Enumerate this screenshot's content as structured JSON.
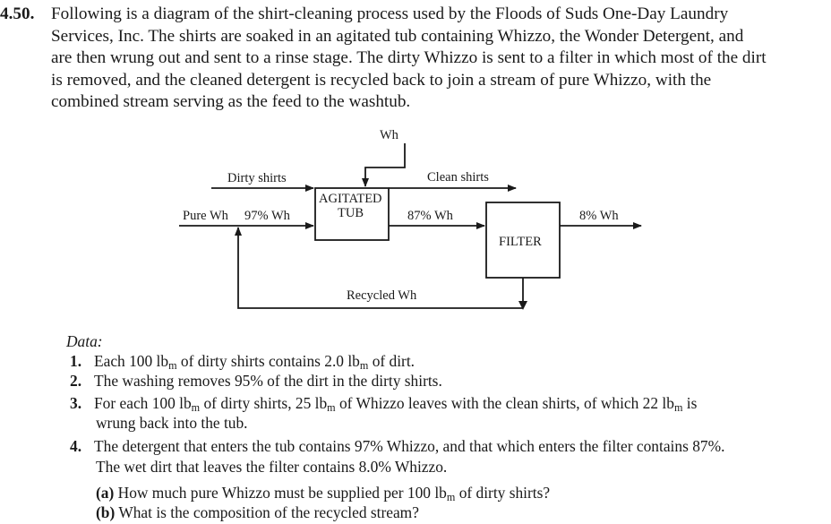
{
  "problem": {
    "number": "4.50.",
    "lines": [
      "Following is a diagram of the shirt-cleaning process used by the Floods of Suds One-Day Laundry",
      "Services, Inc. The shirts are soaked in an agitated tub containing Whizzo, the Wonder Detergent, and",
      "are then wrung out and sent to a rinse stage. The dirty Whizzo is sent to a filter in which most of the dirt",
      "is removed, and the cleaned detergent is recycled back to join a stream of pure Whizzo, with the",
      "combined stream serving as the feed to the washtub."
    ]
  },
  "diagram": {
    "wh_feed_label": "Wh",
    "dirty_shirts_label": "Dirty shirts",
    "clean_shirts_label": "Clean shirts",
    "pure_wh_label": "Pure Wh",
    "feed_wh_label": "97% Wh",
    "tub_line1": "AGITATED",
    "tub_line2": "TUB",
    "filter_feed_label": "87% Wh",
    "filter_label": "FILTER",
    "dirt_out_label": "8% Wh",
    "recycle_label": "Recycled Wh"
  },
  "data": {
    "heading": "Data:",
    "items": [
      {
        "num": "1.",
        "text": "Each 100 lbm of dirty shirts contains 2.0 lbm of dirt."
      },
      {
        "num": "2.",
        "text": "The washing removes 95% of the dirt in the dirty shirts."
      },
      {
        "num": "3.",
        "text": "For each 100 lbm of dirty shirts, 25 lbm of Whizzo leaves with the clean shirts, of which 22 lbm is",
        "cont": "wrung back into the tub."
      },
      {
        "num": "4.",
        "text": "The detergent that enters the tub contains 97% Whizzo, and that which enters the filter contains 87%.",
        "cont": "The wet dirt that leaves the filter contains 8.0% Whizzo."
      }
    ],
    "questions": [
      {
        "label": "(a)",
        "text": "How much pure Whizzo must be supplied per 100 lbm of dirty shirts?"
      },
      {
        "label": "(b)",
        "text": "What is the composition of the recycled stream?"
      }
    ]
  }
}
